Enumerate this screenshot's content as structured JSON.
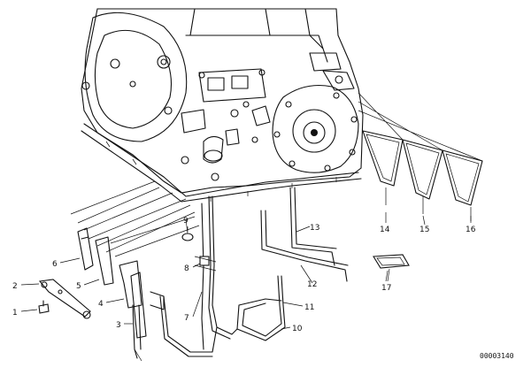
{
  "labels": {
    "p1": "1",
    "p2": "2",
    "p3": "3",
    "p4": "4",
    "p5": "5",
    "p6": "6",
    "p7": "7",
    "p8": "8",
    "p9": "9",
    "p10": "10",
    "p11": "11",
    "p12": "12",
    "p13": "13",
    "p14": "14",
    "p15": "15",
    "p16": "16",
    "p17": "17"
  },
  "reference_code": "00003140"
}
